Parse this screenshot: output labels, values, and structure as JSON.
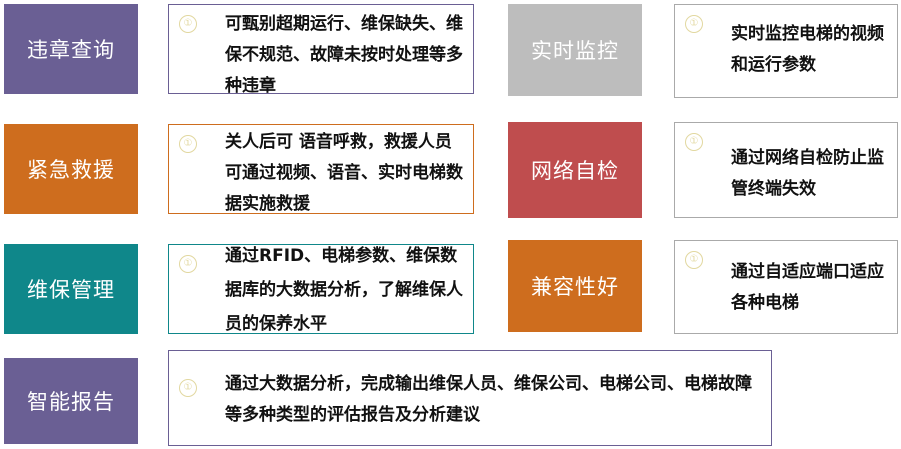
{
  "colors": {
    "purple": "#6a5f94",
    "gray": "#bdbdbd",
    "orange": "#ce6d1e",
    "red": "#bf4d4e",
    "teal": "#0f878a",
    "border_purple": "#6a5f94",
    "border_orange": "#ce6d1e",
    "border_teal": "#0f878a",
    "border_gray": "#aaaaaa"
  },
  "items": [
    {
      "label": "违章查询",
      "number": "①",
      "text": "可甄别超期运行、维保缺失、维保不规范、故障未按时处理等多种违章"
    },
    {
      "label": "实时监控",
      "number": "①",
      "text": "实时监控电梯的视频和运行参数"
    },
    {
      "label": "紧急救援",
      "number": "①",
      "text": "关人后可 语音呼救，救援人员可通过视频、语音、实时电梯数据实施救援"
    },
    {
      "label": "网络自检",
      "number": "①",
      "text": "通过网络自检防止监管终端失效"
    },
    {
      "label": "维保管理",
      "number": "①",
      "text": "通过RFID、电梯参数、维保数据库的大数据分析，了解维保人员的保养水平"
    },
    {
      "label": "兼容性好",
      "number": "①",
      "text": "通过自适应端口适应各种电梯"
    },
    {
      "label": "智能报告",
      "number": "①",
      "text": "通过大数据分析，完成输出维保人员、维保公司、电梯公司、电梯故障等多种类型的评估报告及分析建议"
    }
  ]
}
